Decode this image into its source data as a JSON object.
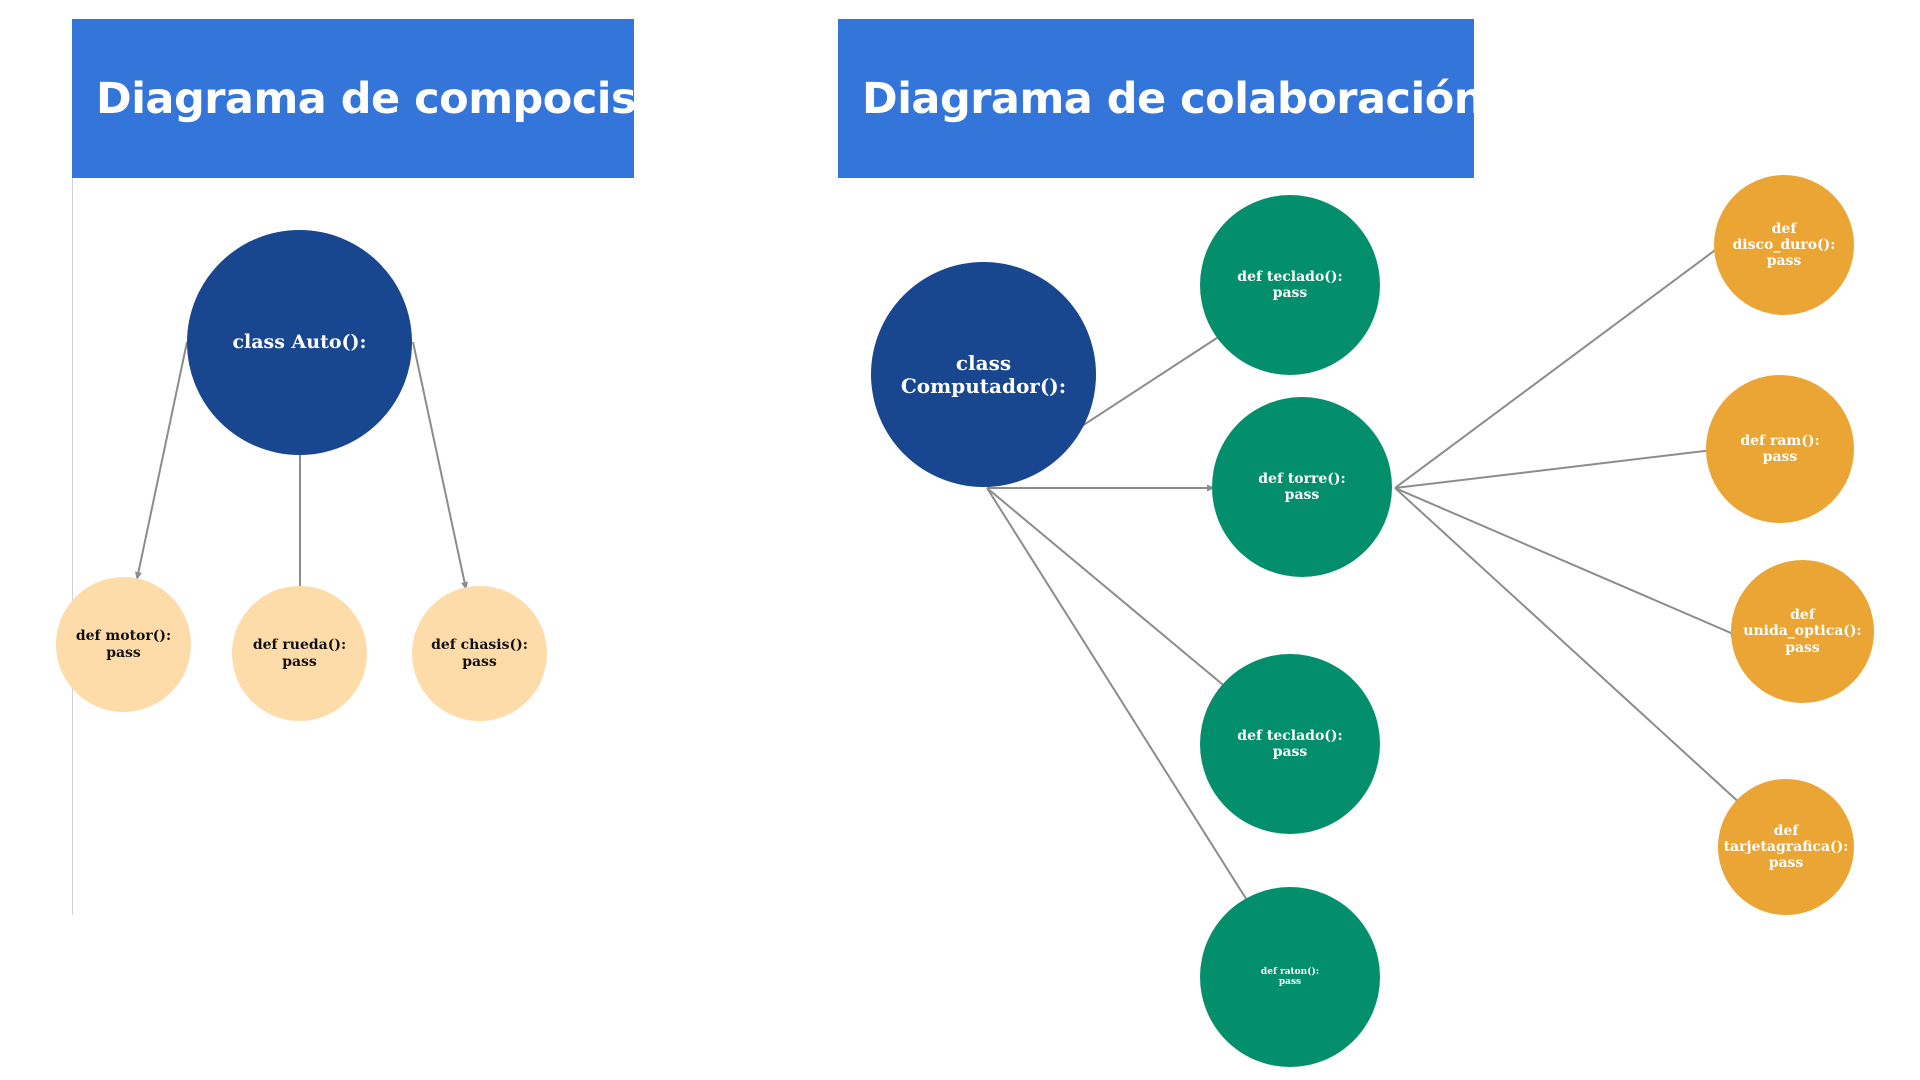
{
  "composition": {
    "title": "Diagrama de compocisión",
    "root": "class Auto():",
    "parts": {
      "motor": "def motor():\npass",
      "rueda": "def rueda():\npass",
      "chasis": "def chasis():\npass"
    }
  },
  "collaboration": {
    "title": "Diagrama de colaboración",
    "root": "class\nComputador():",
    "methods": {
      "teclado_top": "def teclado():\npass",
      "torre": "def torre():\npass",
      "teclado_bottom": "def teclado():\npass",
      "raton": "def raton():\npass"
    },
    "components": {
      "disco_duro": "def disco_duro():\npass",
      "ram": "def ram():\npass",
      "unida_optica": "def\nunida_optica():\npass",
      "tarjeta_grafica": "def\ntarjetagrafica():\npass"
    }
  },
  "colors": {
    "banner": "#3475da",
    "root_node": "#18468f",
    "part_node": "#fedcaa",
    "method_node": "#048f6c",
    "component_node": "#eaa534",
    "connector": "#8c8c8c"
  }
}
